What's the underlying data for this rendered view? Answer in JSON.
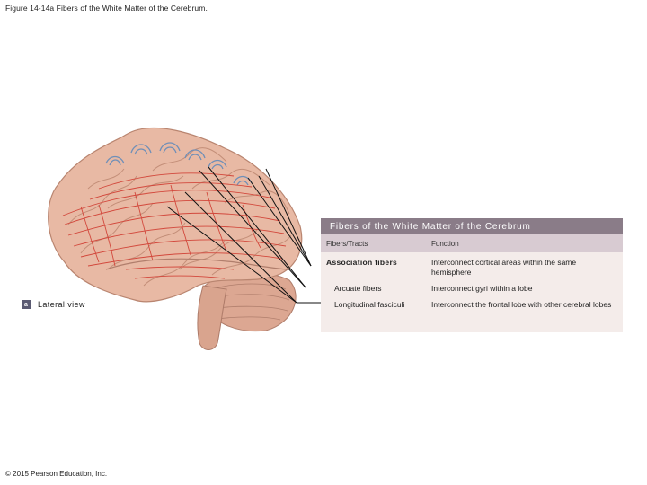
{
  "figure": {
    "caption": "Figure 14-14a Fibers of the White Matter of the Cerebrum.",
    "panel_letter": "a",
    "panel_label": "Lateral view",
    "copyright": "© 2015 Pearson Education, Inc."
  },
  "table": {
    "title": "Fibers of the White Matter of the Cerebrum",
    "headers": [
      "Fibers/Tracts",
      "Function"
    ],
    "rows": [
      {
        "tract": "Association fibers",
        "function": "Interconnect cortical areas within the same hemisphere"
      },
      {
        "tract": "Arcuate fibers",
        "function": "Interconnect gyri within a lobe"
      },
      {
        "tract": "Longitudinal fasciculi",
        "function": "Interconnect the frontal lobe with other cerebral lobes"
      }
    ]
  },
  "colors": {
    "table_title_bg": "#8a7c88",
    "table_header_bg": "#d8cbd2",
    "table_body_bg": "#f4ecea",
    "brain_tissue": "#e8b9a4",
    "fiber_red": "#d2483c",
    "fiber_blue": "#6f8fb8"
  }
}
